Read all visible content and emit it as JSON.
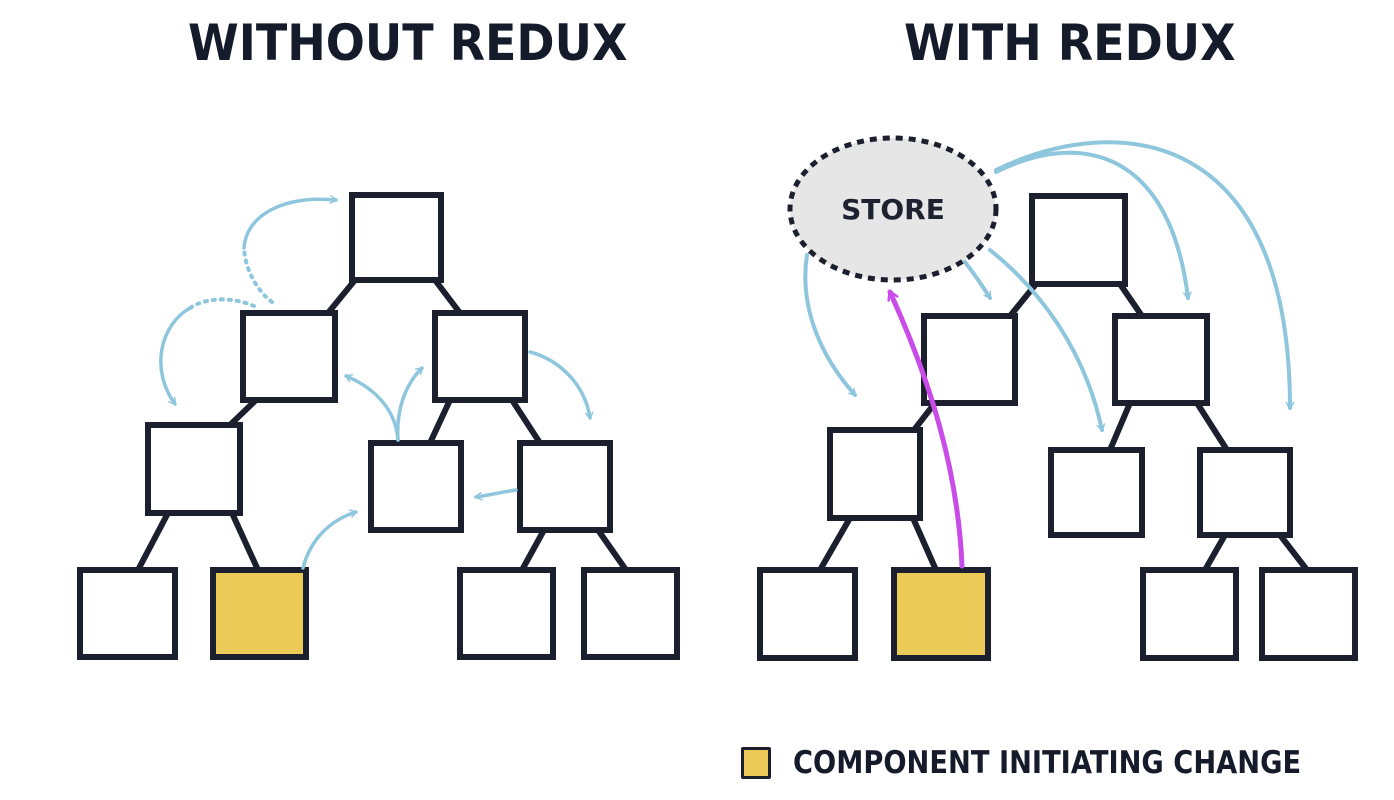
{
  "panels": {
    "left": {
      "title": "WITHOUT REDUX"
    },
    "right": {
      "title": "WITH REDUX",
      "store_label": "STORE"
    }
  },
  "legend": {
    "label": "COMPONENT INITIATING CHANGE",
    "swatch_color": "#ecca57"
  },
  "colors": {
    "box_stroke": "#1b1f2e",
    "initiator_fill": "#ecca57",
    "flow_arrow": "#8ec6dd",
    "store_update_arrow": "#c94ce8",
    "store_fill": "#e6e6e6"
  },
  "trees": {
    "left": {
      "nodes": [
        "root",
        "l1-left",
        "l1-right",
        "l2-left",
        "l2-mid",
        "l2-right",
        "leaf-1",
        "leaf-2-initiator",
        "leaf-3",
        "leaf-4"
      ],
      "initiator": "leaf-2-initiator"
    },
    "right": {
      "nodes": [
        "root",
        "l1-left",
        "l1-right",
        "l2-left",
        "l2-mid",
        "l2-right",
        "leaf-1",
        "leaf-2-initiator",
        "leaf-3",
        "leaf-4"
      ],
      "initiator": "leaf-2-initiator"
    }
  }
}
